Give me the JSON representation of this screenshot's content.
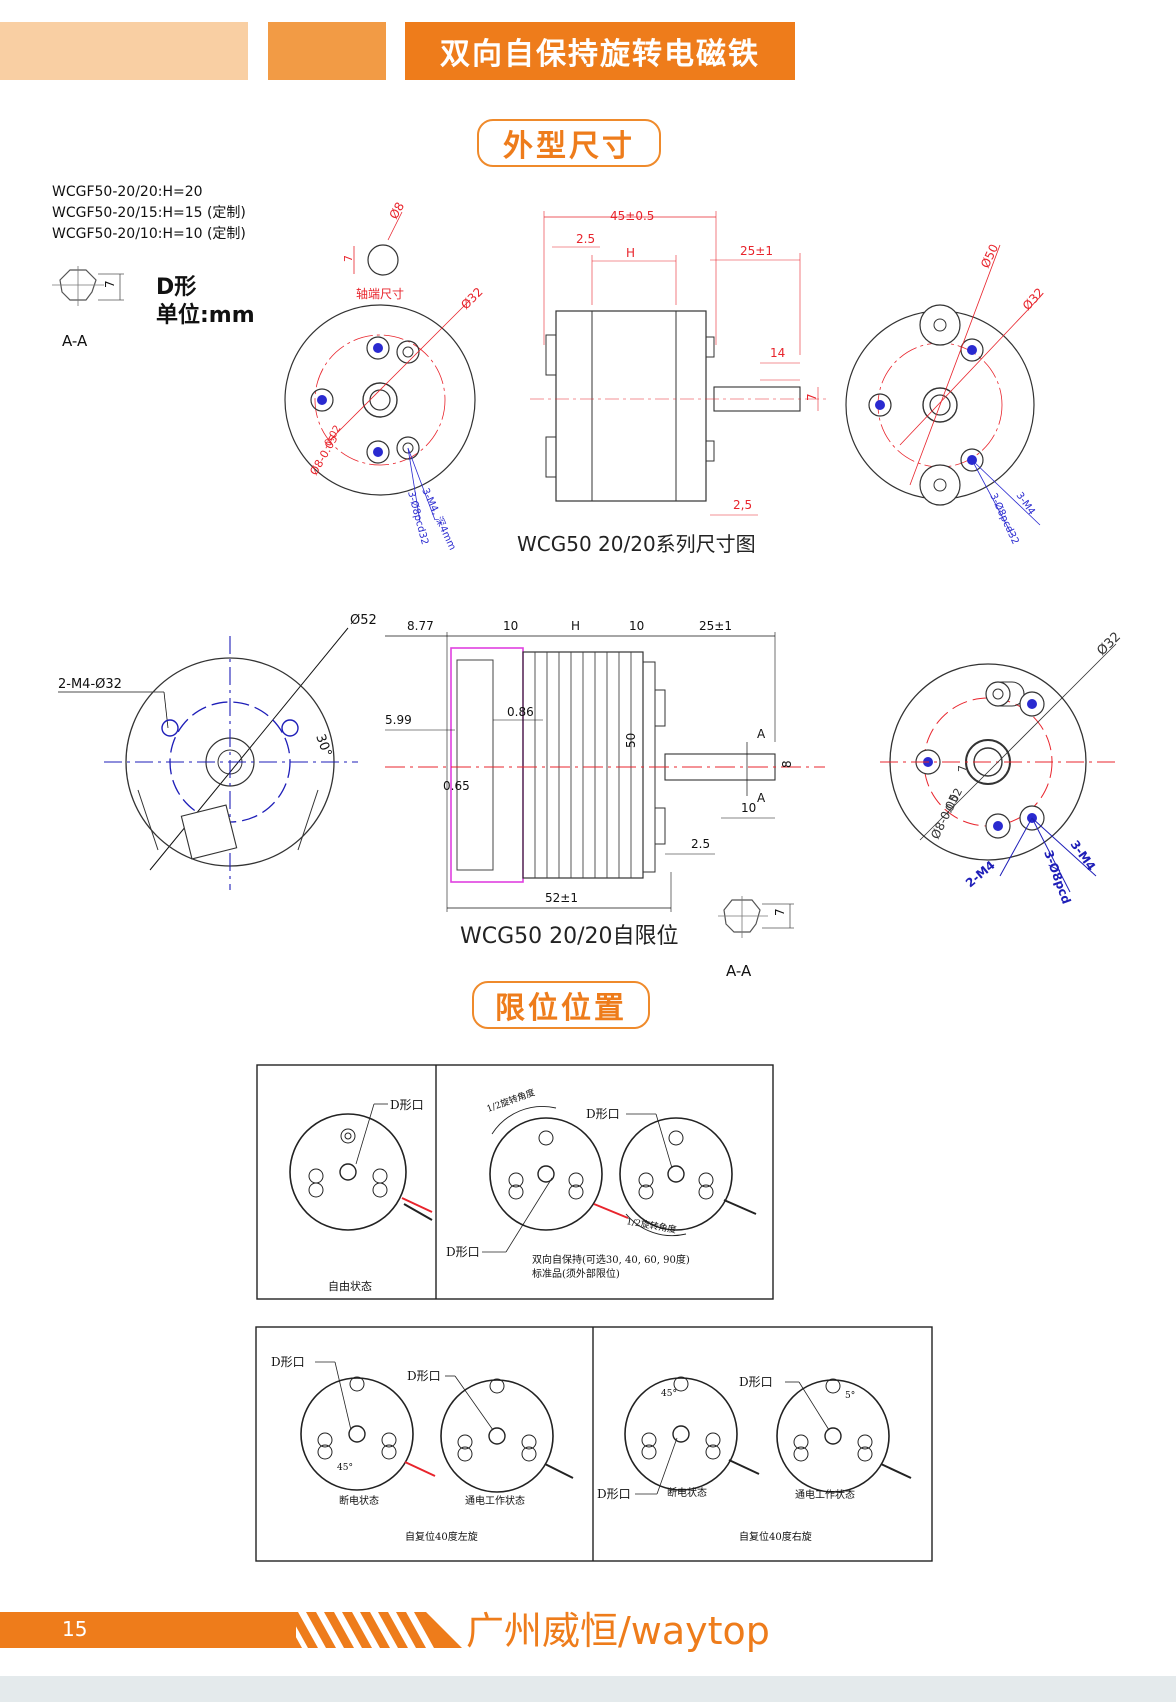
{
  "header": {
    "title": "双向自保持旋转电磁铁"
  },
  "sections": {
    "dimensions_title": "外型尺寸",
    "limit_title": "限位位置"
  },
  "models": [
    "WCGF50-20/20:H=20",
    "WCGF50-20/15:H=15 (定制)",
    "WCGF50-20/10:H=10 (定制)"
  ],
  "d_shape": {
    "label": "D形",
    "unit": "单位:mm",
    "aa": "A-A",
    "dim": "7"
  },
  "drawing1": {
    "caption": "WCG50 20/20系列尺寸图",
    "shaft_label": "轴端尺寸",
    "dims": {
      "phi8": "Ø8",
      "seven": "7",
      "phi32": "Ø32",
      "phi50": "Ø50",
      "phi8_tol": "Ø8-0.05",
      "phi8_tol2": "-0.02",
      "len45": "45±0.5",
      "len2_5": "2.5",
      "h": "H",
      "len25": "25±1",
      "len14": "14",
      "len2_5b": "2,5",
      "m4": "3-M4, 深4mm",
      "pcd": "3-Ø8pcd32",
      "m4b": "3-M4",
      "pcdb": "3-Ø8pcd32"
    }
  },
  "drawing2": {
    "caption": "WCG50 20/20自限位",
    "aa": "A-A",
    "dims": {
      "phi52": "Ø52",
      "m4phi32": "2-M4-Ø32",
      "angle30": "30°",
      "d877": "8.77",
      "d10": "10",
      "h": "H",
      "d10b": "10",
      "d25": "25±1",
      "d599": "5.99",
      "d086": "0.86",
      "d065": "0.65",
      "d50": "50",
      "a": "A",
      "d8": "8",
      "d10c": "10",
      "d25b": "2.5",
      "d52": "52±1",
      "phi32": "Ø32",
      "m4b": "2-M4",
      "pcd": "3-Ø8pcd",
      "m4c": "3-M4",
      "phi8": "Ø8-0.05",
      "tol": "-0.02",
      "seven": "7"
    }
  },
  "limit_panels": {
    "top_left_caption": "自由状态",
    "top_right_caption_1": "双向自保持(可选30, 40, 60, 90度)",
    "top_right_caption_2": "标准品(须外部限位)",
    "d_mouth": "D形口",
    "half_angle": "1/2旋转角度",
    "bottom_left_state_off": "断电状态",
    "bottom_left_state_on": "通电工作状态",
    "bottom_left_caption": "自复位40度左旋",
    "bottom_right_state_off": "断电状态",
    "bottom_right_state_on": "通电工作状态",
    "bottom_right_caption": "自复位40度右旋",
    "angle45": "45°",
    "angle5": "5°"
  },
  "footer": {
    "page_number": "15",
    "brand": "广州威恒/waytop"
  },
  "colors": {
    "accent": "#ee7c1b",
    "accent_light": "#f9cfa3",
    "accent_mid": "#f29b45",
    "dim_red": "#e8242c",
    "dim_blue": "#2a2ad0"
  }
}
